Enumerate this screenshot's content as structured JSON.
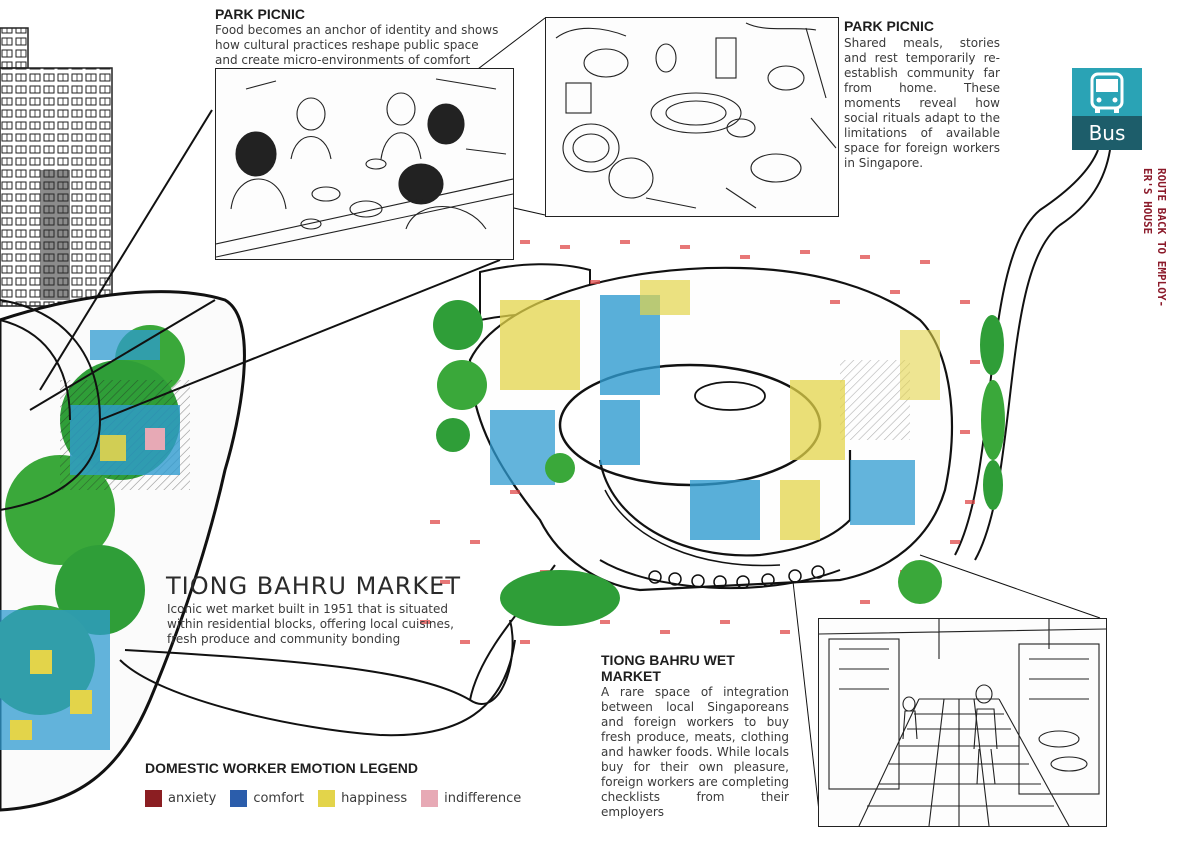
{
  "colors": {
    "anxiety": "#8b1e22",
    "comfort": "#2b5dab",
    "happiness": "#e3d44a",
    "indifference": "#e7a9b5",
    "bus_top": "#2aa3b5",
    "bus_bottom": "#1d5d6a",
    "route_text": "#8b1a2a",
    "tree_green": "#3aa83a"
  },
  "picnic_left": {
    "title": "PARK PICNIC",
    "body": "Food becomes an anchor of identity and shows how cultural practices reshape public space and create micro-environments of comfort"
  },
  "picnic_right": {
    "title": "PARK PICNIC",
    "body": "Shared meals, stories and rest temporarily re-establish community far from home. These moments reveal how social rituals adapt to the limitations of available space for foreign workers in Singapore."
  },
  "bus": {
    "label": "Bus",
    "icon": "bus-icon"
  },
  "route": {
    "line1": "ROUTE BACK TO EMPLOY-",
    "line2": "ER'S HOUSE"
  },
  "market": {
    "title": "TIONG BAHRU MARKET",
    "body": "Iconic wet market built in 1951 that is situated within residential blocks, offering local cuisines, fresh produce and community bonding"
  },
  "wet_market": {
    "title": "TIONG BAHRU WET MARKET",
    "body": "A rare space of integration between local Singaporeans and foreign workers to buy fresh produce, meats, clothing and hawker foods. While locals buy for their own pleasure, foreign workers are completing checklists from their employers"
  },
  "legend": {
    "title": "DOMESTIC WORKER EMOTION LEGEND",
    "items": [
      {
        "label": "anxiety",
        "color": "#8b1e22"
      },
      {
        "label": "comfort",
        "color": "#2b5dab"
      },
      {
        "label": "happiness",
        "color": "#e3d44a"
      },
      {
        "label": "indifference",
        "color": "#e7a9b5"
      }
    ]
  }
}
